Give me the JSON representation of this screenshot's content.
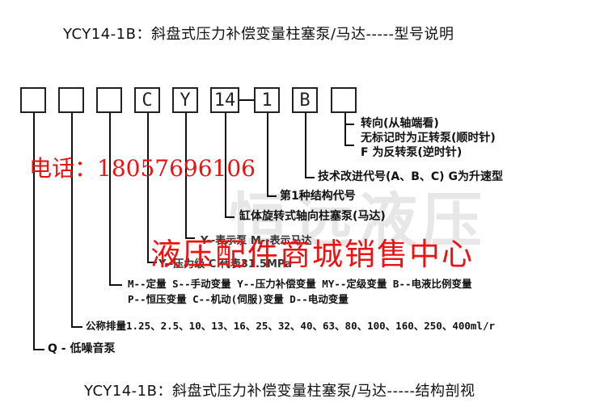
{
  "title_top": "YCY14-1B：斜盘式压力补偿变量柱塞泵/马达-----型号说明",
  "title_bottom": "YCY14-1B：斜盘式压力补偿变量柱塞泵/马达-----结构剖视",
  "boxes": [
    "",
    "",
    "",
    "C",
    "Y",
    "14",
    "1",
    "B",
    ""
  ],
  "labels": {
    "rotation_title": "转向(从轴端看)",
    "rotation_cw": "无标记时为正转泵(顺时针)",
    "rotation_ccw": "F 为反转泵(逆时针)",
    "tech_improve": "技术改进代号(A、B、C) G为升速型",
    "structure_code": "第1种结构代号",
    "cylinder_type": "缸体旋转式轴向柱塞泵(马达)",
    "pump_motor": "Y--表示泵 M--表示马达",
    "pressure_grade": "Y--压力级 C 代表31.5MPa",
    "variable_line1": "M--定量 S--手动变量 Y--压力补偿变量 MY--定级变量 B--电液比例变量",
    "variable_line2": "P--恒压变量          C--机动(伺服)变量                    D--电动变量",
    "displacement": "公称排量1.25、2.5、10、13、16、25、32、40、63、80、100、160、250、400ml/r",
    "low_noise": "Q - 低噪音泵"
  },
  "watermarks": {
    "phone": "电话：18057696106",
    "shop": "液压配件商城销售中心",
    "brand": "恒远液压"
  },
  "colors": {
    "watermark_red": "#ee1111",
    "line": "#111111"
  }
}
